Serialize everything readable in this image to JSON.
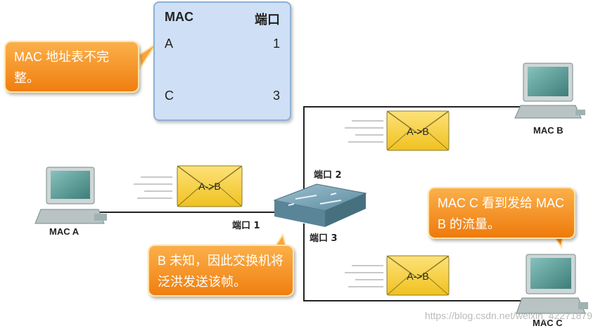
{
  "mac_table": {
    "header_mac": "MAC",
    "header_port": "端口",
    "rows": [
      {
        "mac": "A",
        "port": "1"
      },
      {
        "mac": "C",
        "port": "3"
      }
    ]
  },
  "callouts": {
    "incomplete": "MAC 地址表不完整。",
    "flood": "B 未知，因此交换机将泛洪发送该帧。",
    "sees": "MAC C 看到发给 MAC B 的流量。"
  },
  "ports": {
    "p1": "端口 1",
    "p2": "端口 2",
    "p3": "端口 3"
  },
  "hosts": {
    "a": "MAC A",
    "b": "MAC B",
    "c": "MAC C"
  },
  "frames": {
    "label": "A->B"
  },
  "colors": {
    "callout": "#f49a2c",
    "table_bg": "#cfe0f6",
    "envelope": "#f3cf3c",
    "computer": "#5f9c98",
    "switch": "#6f98aa"
  },
  "watermark": "https://blog.csdn.net/weixin_42271879"
}
